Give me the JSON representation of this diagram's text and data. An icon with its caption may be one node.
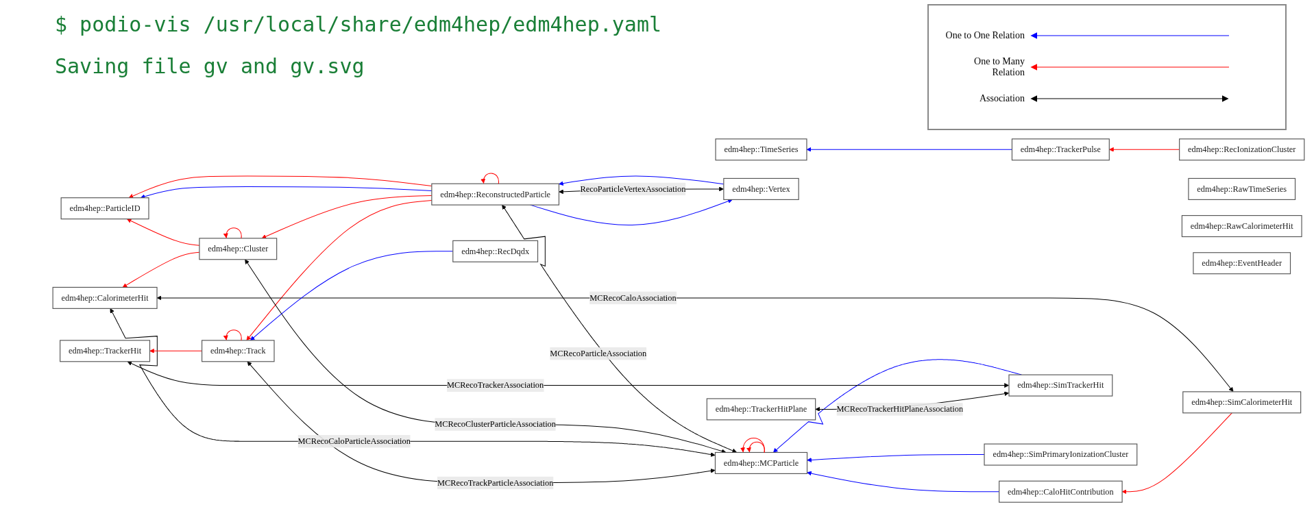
{
  "diagram": {
    "nodes": [
      {
        "text": [
          "edm4hep::TimeSeries"
        ]
      },
      {
        "text": [
          "edm4hep::TrackerPulse"
        ]
      },
      {
        "text": [
          "edm4hep::RecIonizationCluster"
        ]
      },
      {
        "text": [
          "edm4hep::RawTimeSeries"
        ]
      },
      {
        "text": [
          "edm4hep::Vertex"
        ]
      },
      {
        "text": [
          "edm4hep::RawCalorimeterHit"
        ]
      },
      {
        "text": [
          "edm4hep::ReconstructedParticle"
        ]
      },
      {
        "text": [
          "edm4hep::ParticleID"
        ]
      },
      {
        "text": [
          "edm4hep::EventHeader"
        ]
      },
      {
        "text": [
          "edm4hep::Cluster"
        ]
      },
      {
        "text": [
          "edm4hep::CalorimeterHit"
        ]
      },
      {
        "text": [
          "edm4hep::MCParticle"
        ]
      },
      {
        "text": [
          "edm4hep::CaloHitContribution"
        ]
      },
      {
        "text": [
          "edm4hep::SimCalorimeterHit"
        ]
      },
      {
        "text": [
          "edm4hep::Track"
        ]
      },
      {
        "text": [
          "edm4hep::RecDqdx"
        ]
      },
      {
        "text": [
          "edm4hep::SimTrackerHit"
        ]
      },
      {
        "text": [
          "edm4hep::TrackerHit"
        ]
      },
      {
        "text": [
          "edm4hep::SimPrimaryIonizationCluster"
        ]
      },
      {
        "text": [
          "edm4hep::TrackerHitPlane"
        ]
      }
    ],
    "edges": [
      {
        "from": 1,
        "to": 0,
        "arrow": "to",
        "color": "#0000ff"
      },
      {
        "from": 2,
        "to": 1,
        "arrow": "to"
      },
      {
        "from": 6,
        "to": 4,
        "arrow": "to",
        "color": "#0000ff"
      },
      {
        "from": 4,
        "to": 6,
        "arrow": "to",
        "color": "#0000ff"
      },
      {
        "from": 4,
        "to": 6,
        "arrow": "both",
        "label": "RecoParticleVertexAssociation",
        "color": "#000000"
      },
      {
        "from": 6,
        "to": 6,
        "arrow": "to"
      },
      {
        "from": 11,
        "to": 6,
        "arrow": "both",
        "label": "MCRecoParticleAssociation",
        "color": "#000000"
      },
      {
        "from": 6,
        "to": 7,
        "arrow": "to"
      },
      {
        "from": 6,
        "to": 7,
        "arrow": "to",
        "color": "#0000ff"
      },
      {
        "from": 6,
        "to": 9,
        "arrow": "to"
      },
      {
        "from": 6,
        "to": 14,
        "arrow": "to"
      },
      {
        "from": 9,
        "to": 9,
        "arrow": "to"
      },
      {
        "from": 9,
        "to": 7,
        "arrow": "to"
      },
      {
        "from": 9,
        "to": 10,
        "arrow": "to"
      },
      {
        "from": 11,
        "to": 9,
        "arrow": "both",
        "label": "MCRecoClusterParticleAssociation",
        "color": "#000000"
      },
      {
        "from": 11,
        "to": 10,
        "arrow": "both",
        "label": "MCRecoCaloParticleAssociation",
        "color": "#000000"
      },
      {
        "from": 13,
        "to": 10,
        "arrow": "both",
        "label": "MCRecoCaloAssociation",
        "color": "#000000"
      },
      {
        "from": 12,
        "to": 11,
        "arrow": "to",
        "color": "#0000ff"
      },
      {
        "from": 13,
        "to": 12,
        "arrow": "to"
      },
      {
        "from": 11,
        "to": 11,
        "arrow": "to"
      },
      {
        "from": 11,
        "to": 11,
        "arrow": "to"
      },
      {
        "from": 11,
        "to": 14,
        "arrow": "both",
        "label": "MCRecoTrackParticleAssociation",
        "color": "#000000"
      },
      {
        "from": 14,
        "to": 14,
        "arrow": "to"
      },
      {
        "from": 15,
        "to": 14,
        "arrow": "to",
        "color": "#0000ff"
      },
      {
        "from": 14,
        "to": 17,
        "arrow": "to"
      },
      {
        "from": 16,
        "to": 11,
        "arrow": "to",
        "color": "#0000ff"
      },
      {
        "from": 18,
        "to": 11,
        "arrow": "to",
        "color": "#0000ff"
      },
      {
        "from": 16,
        "to": 17,
        "arrow": "both",
        "label": "MCRecoTrackerAssociation",
        "color": "#000000"
      },
      {
        "from": 16,
        "to": 19,
        "arrow": "both",
        "label": "MCRecoTrackerHitPlaneAssociation",
        "color": "#000000"
      }
    ],
    "labels": [
      "$ podio-vis /usr/local/share/edm4hep/edm4hep.yaml",
      "Saving file gv and gv.svg"
    ],
    "legend": [
      {
        "text": "One to One Relation"
      },
      {
        "text": "One to Many Relation"
      },
      {
        "text": "Association"
      }
    ]
  }
}
